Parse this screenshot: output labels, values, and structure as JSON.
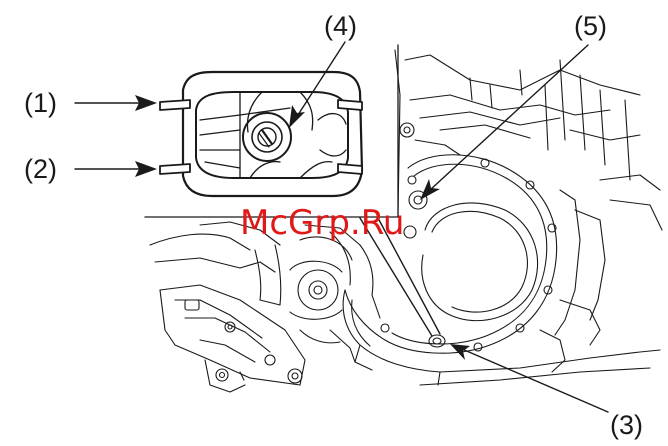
{
  "callouts": {
    "c1": "(1)",
    "c2": "(2)",
    "c3": "(3)",
    "c4": "(4)",
    "c5": "(5)"
  },
  "watermark": "McGrp.Ru",
  "colors": {
    "line": "#1a1a1a",
    "watermark": "#e01818",
    "background": "#ffffff"
  }
}
